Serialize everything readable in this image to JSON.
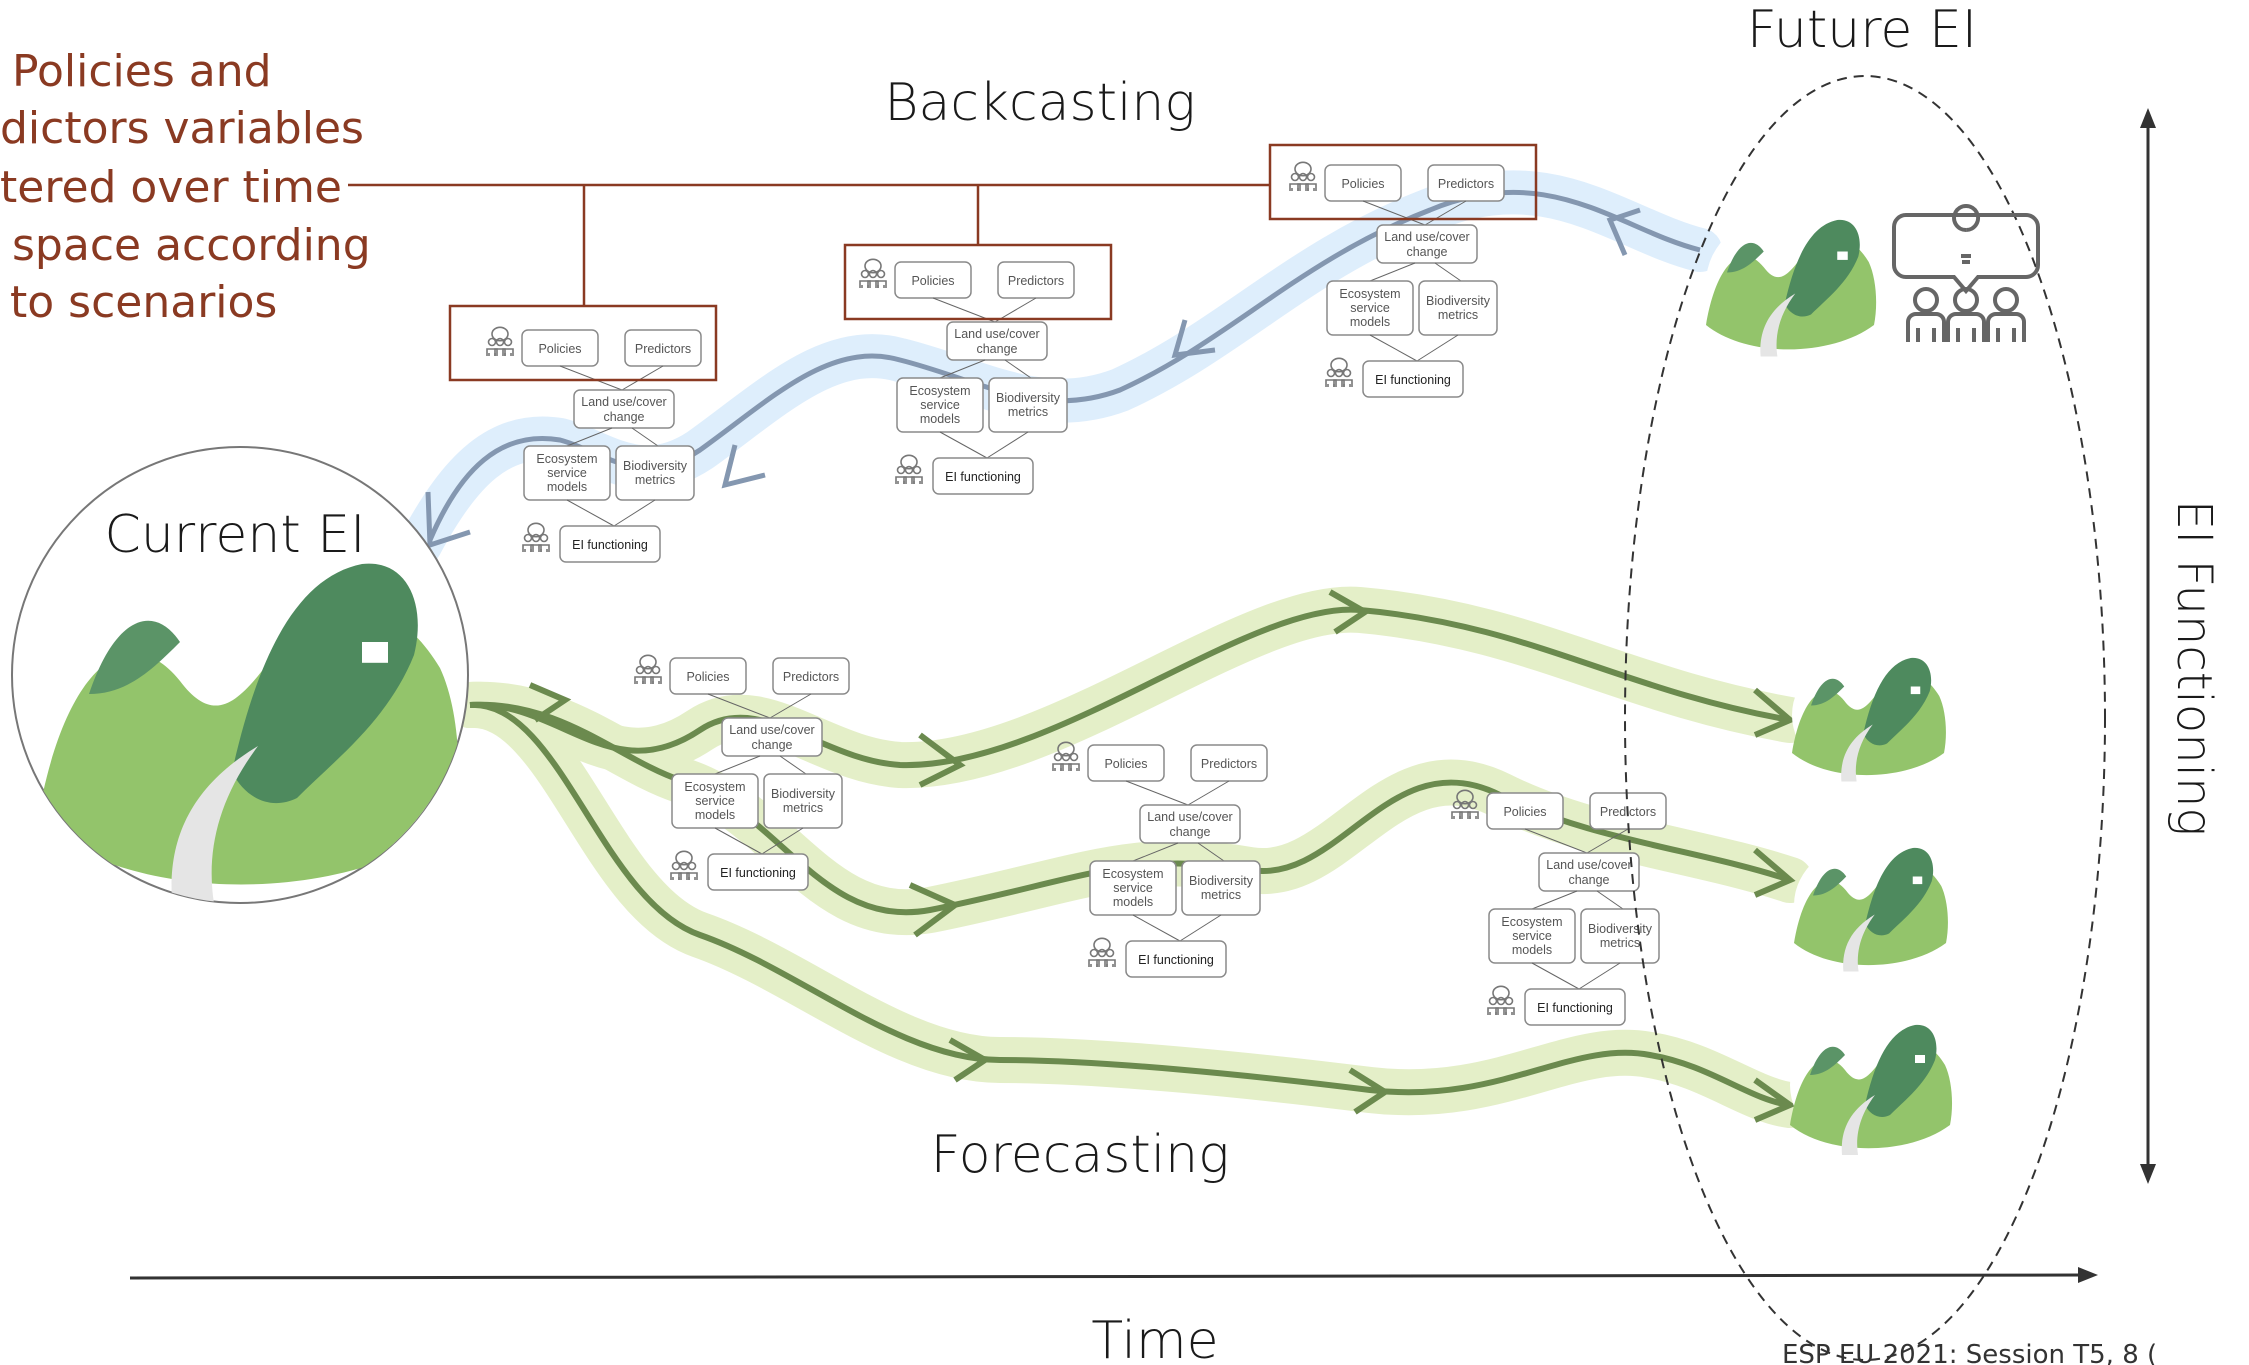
{
  "titles": {
    "future": "Future EI",
    "current": "Current EI",
    "backcasting": "Backcasting",
    "forecasting": "Forecasting",
    "time": "Time",
    "ei_functioning_axis": "EI Functioning"
  },
  "policy_note": {
    "line1": "Policies and",
    "line2": "dictors variables",
    "line3": "tered over time",
    "line4": "space according",
    "line5": "to scenarios"
  },
  "node_labels": {
    "policies": "Policies",
    "predictors": "Predictors",
    "land_use_1": "Land use/cover",
    "land_use_2": "change",
    "ess_1": "Ecosystem",
    "ess_2": "service",
    "ess_3": "models",
    "bio_1": "Biodiversity",
    "bio_2": "metrics",
    "ei_functioning": "EI functioning"
  },
  "footer": "ESP EU 2021: Session T5, 8 (",
  "colors": {
    "policy_red": "#8a3a22",
    "back_arrow": "#8497b0",
    "back_band": "#deeefc",
    "fore_arrow": "#6b8a4e",
    "fore_band": "#e4efc8",
    "landscape_light": "#93c46b",
    "landscape_dark": "#4e8a5e"
  },
  "icons": [
    "stakeholders-icon",
    "stakeholders-idea-icon",
    "landscape-icon"
  ]
}
